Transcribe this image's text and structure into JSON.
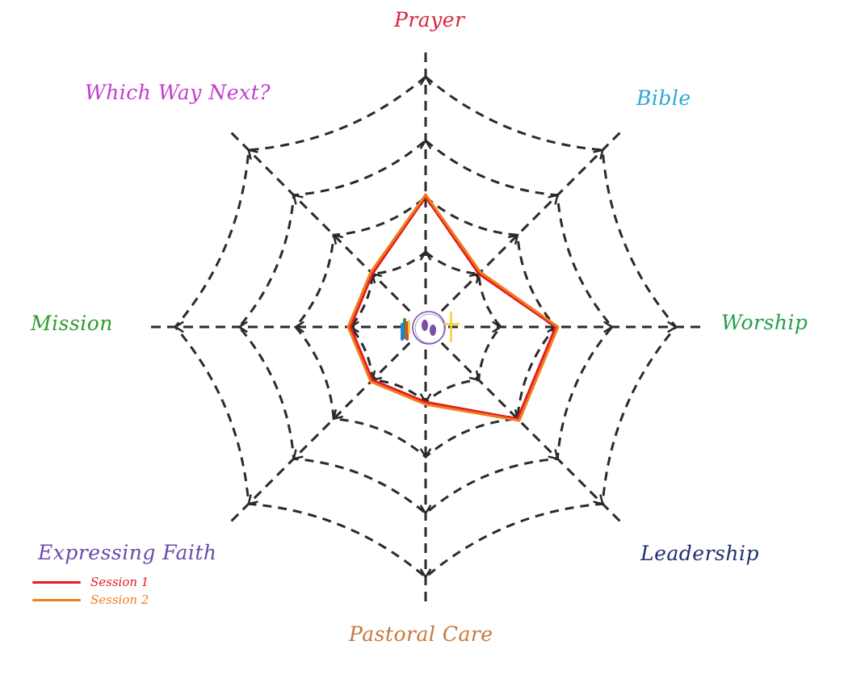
{
  "chart_data": {
    "type": "radar",
    "title": "",
    "axes": [
      "Prayer",
      "Bible",
      "Worship",
      "Leadership",
      "Pastoral Care",
      "Expressing Faith",
      "Mission",
      "Which Way Next?"
    ],
    "axis_colors": {
      "Prayer": "#d8243c",
      "Bible": "#2aa7d8",
      "Worship": "#23a04a",
      "Leadership": "#1f2f6e",
      "Pastoral Care": "#c8783a",
      "Expressing Faith": "#6a4aa8",
      "Mission": "#2e9a2e",
      "Which Way Next?": "#c43ad0"
    },
    "rings": 4,
    "range": [
      0,
      4
    ],
    "grid": "dashed spider web",
    "series": [
      {
        "name": "Session 1",
        "color": "#e31b23",
        "values": [
          2,
          1,
          2,
          2,
          1,
          1,
          1,
          1
        ]
      },
      {
        "name": "Session 2",
        "color": "#f07d1a",
        "values": [
          2,
          1,
          2,
          2,
          1,
          1,
          1,
          1
        ]
      }
    ],
    "legend_position": "bottom-left"
  },
  "labels": {
    "prayer": "Prayer",
    "bible": "Bible",
    "worship": "Worship",
    "leadership": "Leadership",
    "pastoral_care": "Pastoral Care",
    "expressing_faith": "Expressing Faith",
    "mission": "Mission",
    "which_way_next": "Which Way Next?"
  },
  "legend": {
    "session1": "Session 1",
    "session2": "Session 2"
  },
  "colors": {
    "session1": "#e31b23",
    "session2": "#f07d1a",
    "web": "#2a2a2a"
  }
}
